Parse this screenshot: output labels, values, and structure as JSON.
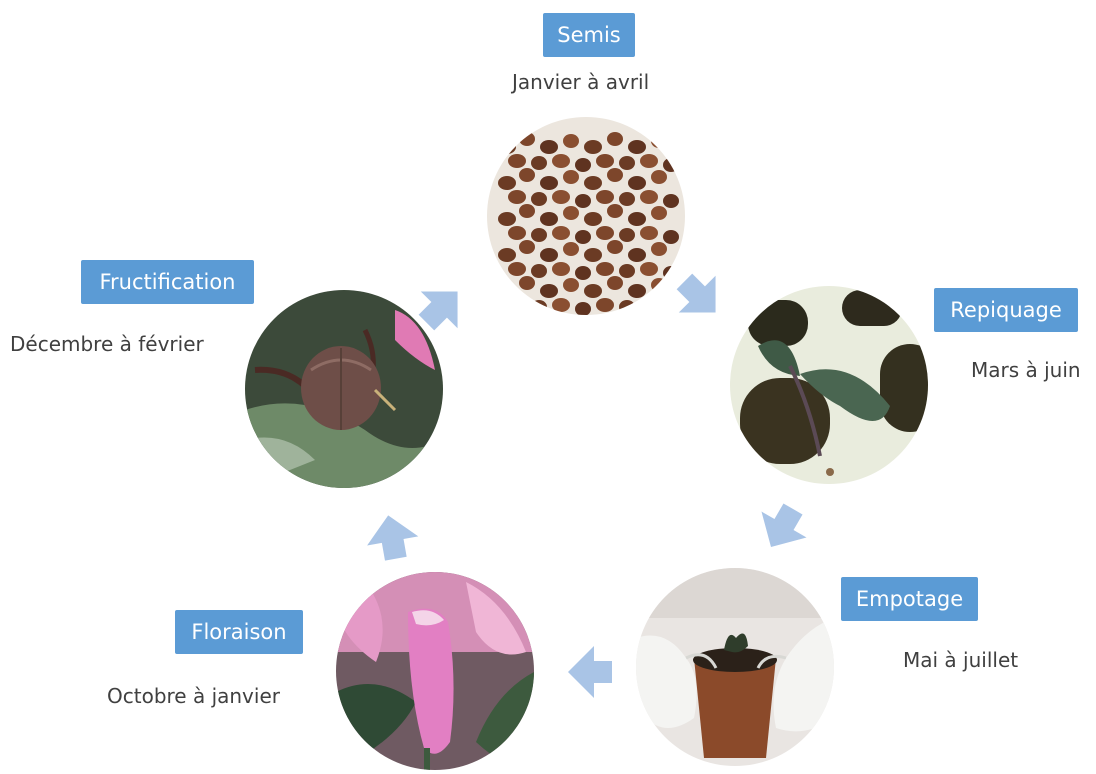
{
  "stages": [
    {
      "id": "semis",
      "label": "Semis",
      "period": "Janvier à avril",
      "photo": "seeds"
    },
    {
      "id": "repiquage",
      "label": "Repiquage",
      "period": "Mars à juin",
      "photo": "seedling-tray"
    },
    {
      "id": "empotage",
      "label": "Empotage",
      "period": "Mai à juillet",
      "photo": "potting-hands"
    },
    {
      "id": "floraison",
      "label": "Floraison",
      "period": "Octobre à janvier",
      "photo": "pink-flower"
    },
    {
      "id": "fructification",
      "label": "Fructification",
      "period": "Décembre à février",
      "photo": "seed-capsule"
    }
  ],
  "colors": {
    "label_bg": "#5b9bd5",
    "arrow": "#a9c4e6",
    "text": "#404040"
  }
}
